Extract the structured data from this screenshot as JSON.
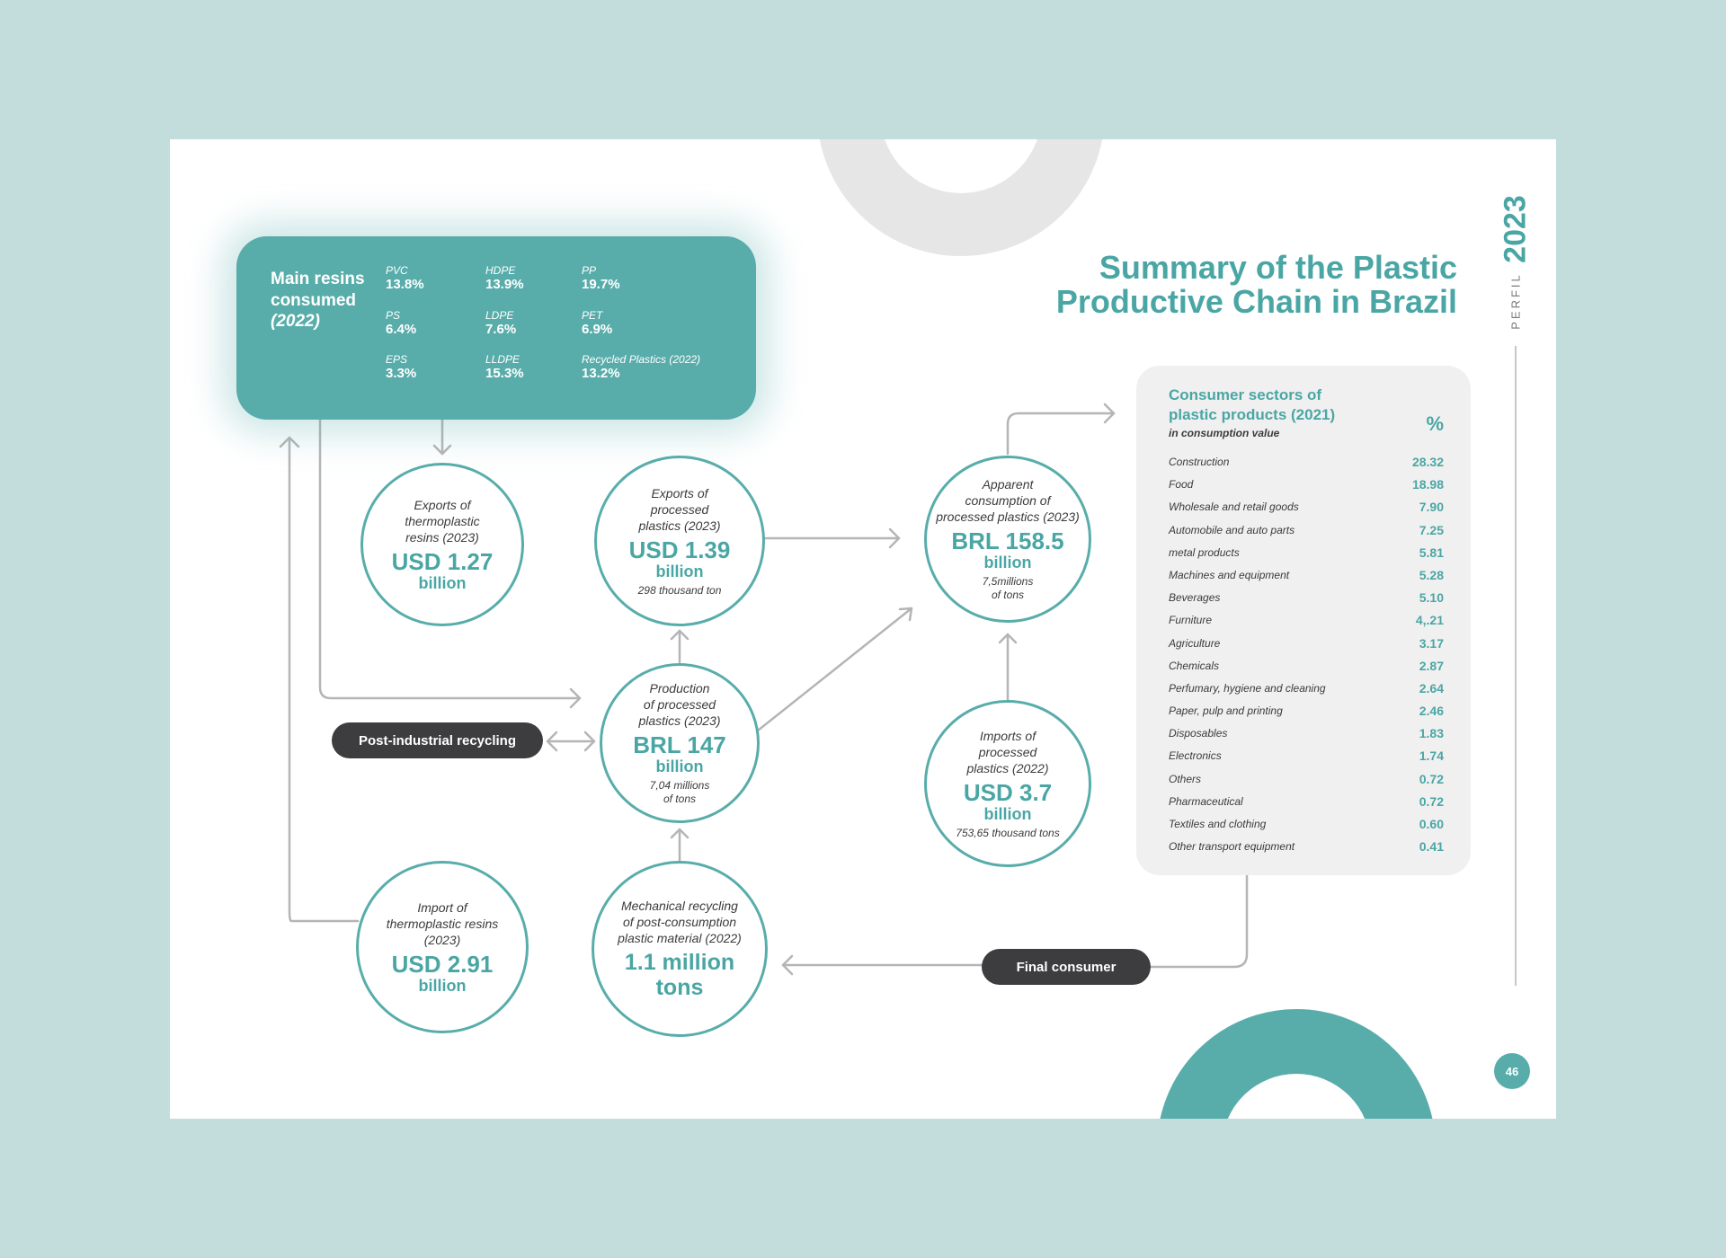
{
  "header": {
    "title": "Summary of the Plastic\nProductive Chain in Brazil",
    "side_year": "2023",
    "side_label": "PERFIL",
    "page_number": "46"
  },
  "resins": {
    "title": "Main resins\nconsumed",
    "year": "(2022)",
    "items": [
      {
        "name": "PVC",
        "value": "13.8%"
      },
      {
        "name": "HDPE",
        "value": "13.9%"
      },
      {
        "name": "PP",
        "value": "19.7%"
      },
      {
        "name": "PS",
        "value": "6.4%"
      },
      {
        "name": "LDPE",
        "value": "7.6%"
      },
      {
        "name": "PET",
        "value": "6.9%"
      },
      {
        "name": "EPS",
        "value": "3.3%"
      },
      {
        "name": "LLDPE",
        "value": "15.3%"
      },
      {
        "name": "Recycled Plastics (2022)",
        "value": "13.2%"
      }
    ]
  },
  "nodes": {
    "exports_thermo": {
      "label": "Exports of\nthermoplastic\nresins (2023)",
      "value": "USD 1.27",
      "unit": "billion"
    },
    "exports_processed": {
      "label": "Exports of\nprocessed\nplastics (2023)",
      "value": "USD 1.39",
      "unit": "billion",
      "note": "298 thousand ton"
    },
    "apparent_consumption": {
      "label": "Apparent\nconsumption of\nprocessed plastics (2023)",
      "value": "BRL 158.5",
      "unit": "billion",
      "note": "7,5millions\nof tons"
    },
    "production": {
      "label": "Production\nof processed\nplastics (2023)",
      "value": "BRL 147",
      "unit": "billion",
      "note": "7,04 millions\nof tons"
    },
    "imports_processed": {
      "label": "Imports of\nprocessed\nplastics (2022)",
      "value": "USD 3.7",
      "unit": "billion",
      "note": "753,65 thousand tons"
    },
    "import_thermo": {
      "label": "Import of\nthermoplastic resins\n(2023)",
      "value": "USD 2.91",
      "unit": "billion"
    },
    "mechanical_recycling": {
      "label": "Mechanical recycling\nof post-consumption\nplastic material (2022)",
      "value": "1.1 million\ntons"
    }
  },
  "pills": {
    "post_industrial": "Post-industrial recycling",
    "final_consumer": "Final consumer"
  },
  "sectors": {
    "title": "Consumer sectors of\nplastic products (2021)",
    "subtitle": "in consumption value",
    "unit": "%",
    "rows": [
      {
        "name": "Construction",
        "value": "28.32"
      },
      {
        "name": "Food",
        "value": "18.98"
      },
      {
        "name": "Wholesale and retail goods",
        "value": "7.90"
      },
      {
        "name": "Automobile and auto parts",
        "value": "7.25"
      },
      {
        "name": "metal products",
        "value": "5.81"
      },
      {
        "name": "Machines and equipment",
        "value": "5.28"
      },
      {
        "name": "Beverages",
        "value": "5.10"
      },
      {
        "name": "Furniture",
        "value": "4,.21"
      },
      {
        "name": "Agriculture",
        "value": "3.17"
      },
      {
        "name": "Chemicals",
        "value": "2.87"
      },
      {
        "name": "Perfumary, hygiene and cleaning",
        "value": "2.64"
      },
      {
        "name": "Paper, pulp and printing",
        "value": "2.46"
      },
      {
        "name": "Disposables",
        "value": "1.83"
      },
      {
        "name": "Electronics",
        "value": "1.74"
      },
      {
        "name": "Others",
        "value": "0.72"
      },
      {
        "name": "Pharmaceutical",
        "value": "0.72"
      },
      {
        "name": "Textiles and clothing",
        "value": "0.60"
      },
      {
        "name": "Other transport equipment",
        "value": "0.41"
      }
    ]
  },
  "colors": {
    "accent": "#58adab",
    "accent_text": "#4aa6a4",
    "dark_pill": "#3d3d3f",
    "background": "#c3dcdc",
    "connector": "#b5b5b5"
  }
}
